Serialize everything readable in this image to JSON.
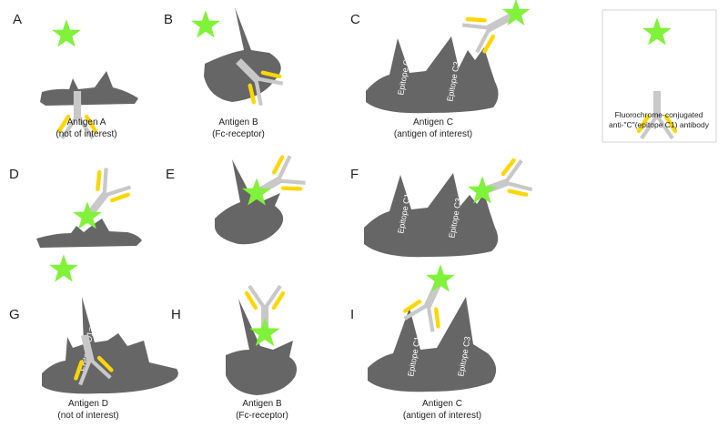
{
  "panels": {
    "A": {
      "letter": "A",
      "caption_line1": "Antigen A",
      "caption_line2": "(not of interest)"
    },
    "B": {
      "letter": "B",
      "caption_line1": "Antigen B",
      "caption_line2": "(Fc-receptor)"
    },
    "C": {
      "letter": "C",
      "caption_line1": "Antigen C",
      "caption_line2": "(antigen of interest)",
      "epitope_1": "Epitope C1",
      "epitope_2": "Epitope C3"
    },
    "D": {
      "letter": "D"
    },
    "E": {
      "letter": "E"
    },
    "F": {
      "letter": "F",
      "epitope_1": "Epitope C1",
      "epitope_2": "Epitope C3"
    },
    "G": {
      "letter": "G",
      "caption_line1": "Antigen D",
      "caption_line2": "(not of interest)",
      "epitope_1": "Epitope D1= C1"
    },
    "H": {
      "letter": "H",
      "caption_line1": "Antigen B",
      "caption_line2": "(Fc-receptor)"
    },
    "I": {
      "letter": "I",
      "caption_line1": "Antigen C",
      "caption_line2": "(antigen of interest)",
      "epitope_1": "Epitope C1",
      "epitope_2": "Epitope C3"
    }
  },
  "legend": {
    "line1": "Fluorochrome-conjugated",
    "line2": "anti-\"C\"(epitope C1) antibody"
  },
  "colors": {
    "antigen": "#666666",
    "antibody_heavy_chain": "#c8c8c8",
    "antibody_fab_light": "#ffd600",
    "fluorochrome_star": "#80f23a"
  }
}
